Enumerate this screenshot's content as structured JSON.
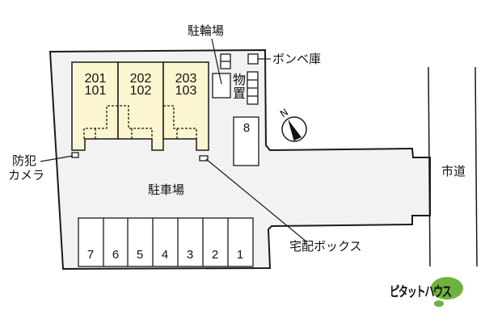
{
  "labels": {
    "bicycle_parking": "駐輪場",
    "gas_cylinder_storage": "ボンベ庫",
    "storage": "物置",
    "security_camera_line1": "防犯",
    "security_camera_line2": "カメラ",
    "parking_lot": "駐車場",
    "delivery_box": "宅配ボックス",
    "city_road": "市道",
    "north": "N"
  },
  "units": [
    {
      "upper": "201",
      "lower": "101"
    },
    {
      "upper": "202",
      "lower": "102"
    },
    {
      "upper": "203",
      "lower": "103"
    }
  ],
  "parking_stalls": [
    "7",
    "6",
    "5",
    "4",
    "3",
    "2",
    "1"
  ],
  "extra_stall": "8",
  "brand": {
    "name": "ピタットハウス",
    "color": "#6cb33f"
  },
  "colors": {
    "building_fill": "#fbf6cf",
    "lot_fill": "#f2f2f2",
    "line": "#1a1a1a"
  }
}
